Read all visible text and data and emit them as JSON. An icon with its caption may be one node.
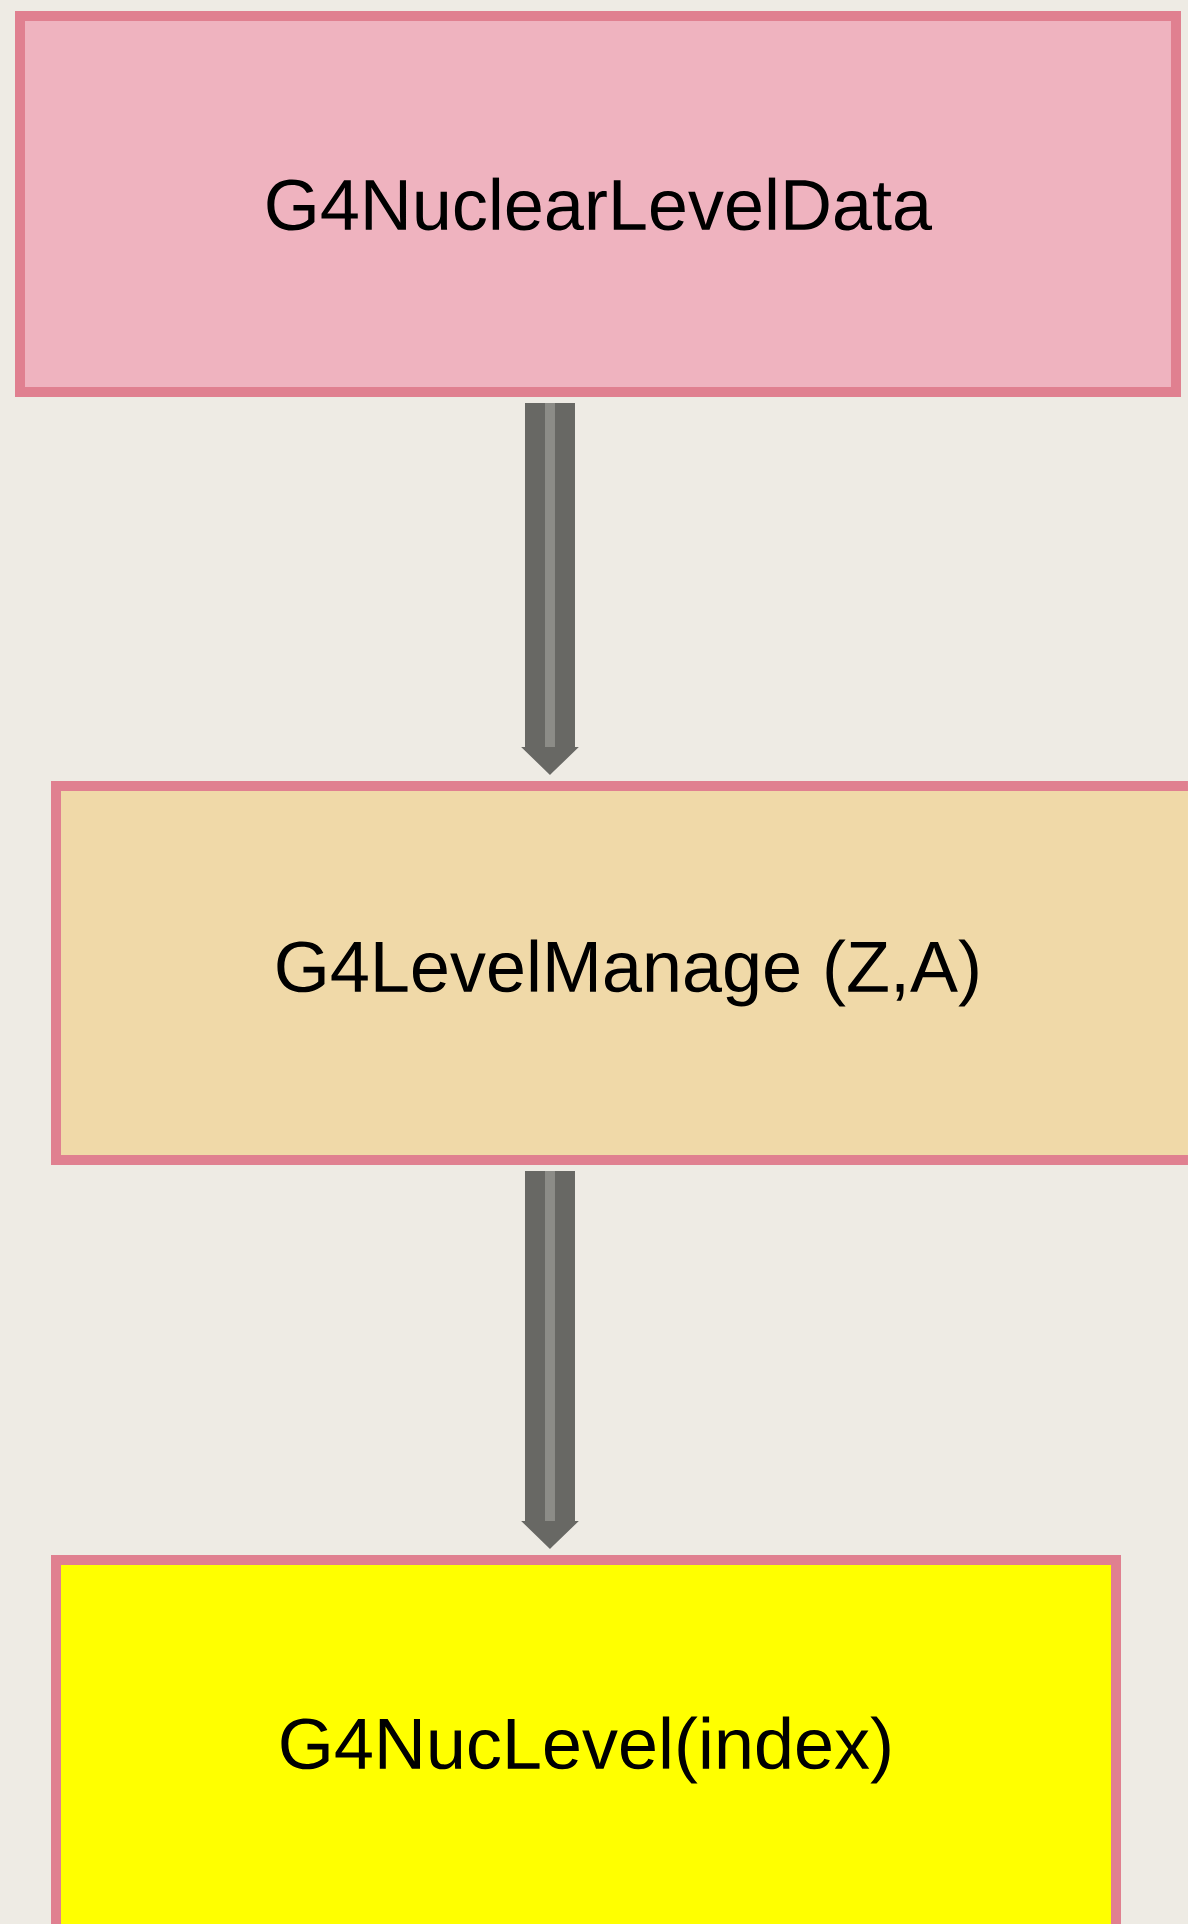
{
  "diagram": {
    "nodes": [
      {
        "text": [
          "G4NuclearLevelData"
        ]
      },
      {
        "text": [
          "G4LevelManage (Z,A)"
        ]
      },
      {
        "text": [
          "G4NucLevel(index)"
        ]
      }
    ],
    "edges": [
      {
        "from": 0,
        "to": 1,
        "arrow": "to"
      },
      {
        "from": 1,
        "to": 2,
        "arrow": "to"
      }
    ]
  }
}
